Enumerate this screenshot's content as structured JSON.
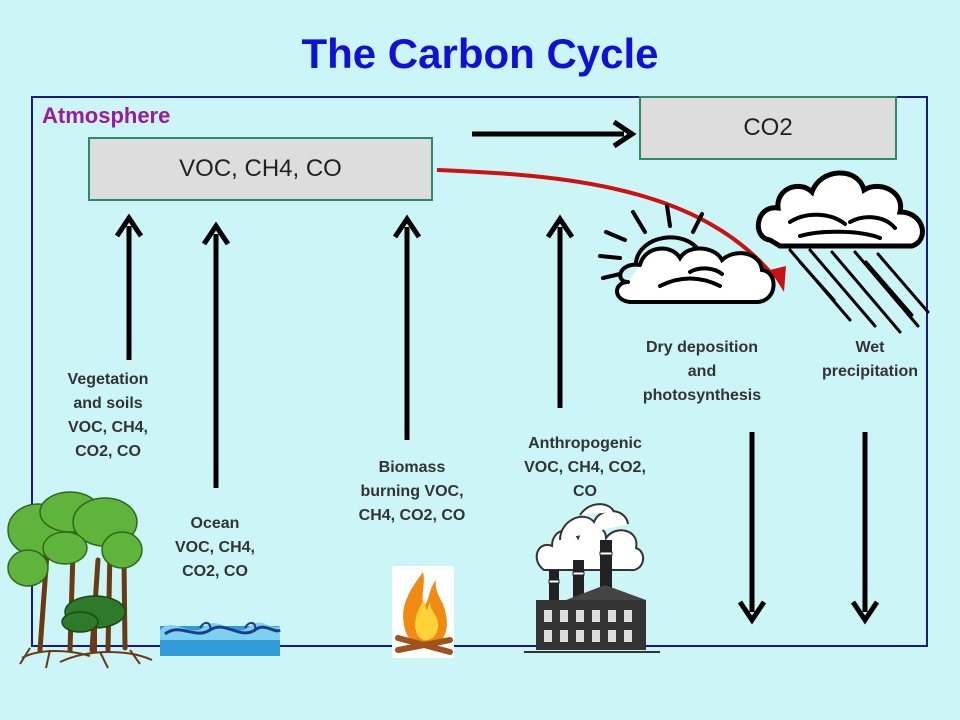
{
  "title": "The Carbon Cycle",
  "atmosphere_label": "Atmosphere",
  "boxes": {
    "voc": "VOC, CH4, CO",
    "co2": "CO2"
  },
  "sources": {
    "vegetation": "Vegetation\nand soils\nVOC, CH4,\nCO2, CO",
    "ocean": "Ocean\nVOC, CH4,\nCO2, CO",
    "biomass": "Biomass\nburning VOC,\nCH4, CO2, CO",
    "anthropogenic": "Anthropogenic\nVOC, CH4, CO2,\nCO"
  },
  "sinks": {
    "dry": "Dry deposition\nand\nphotosynthesis",
    "wet": "Wet\nprecipitation"
  },
  "colors": {
    "title": "#1010d8",
    "atmosphere_label": "#9a1aa0",
    "background": "#ccf5f8",
    "box_fill": "#dddddd",
    "box_border": "#2f8a6a",
    "oxidation_arrow": "#cc1111"
  },
  "icons": [
    "tree-icon",
    "ocean-wave-icon",
    "fire-icon",
    "factory-icon",
    "sun-cloud-icon",
    "rain-cloud-icon"
  ]
}
